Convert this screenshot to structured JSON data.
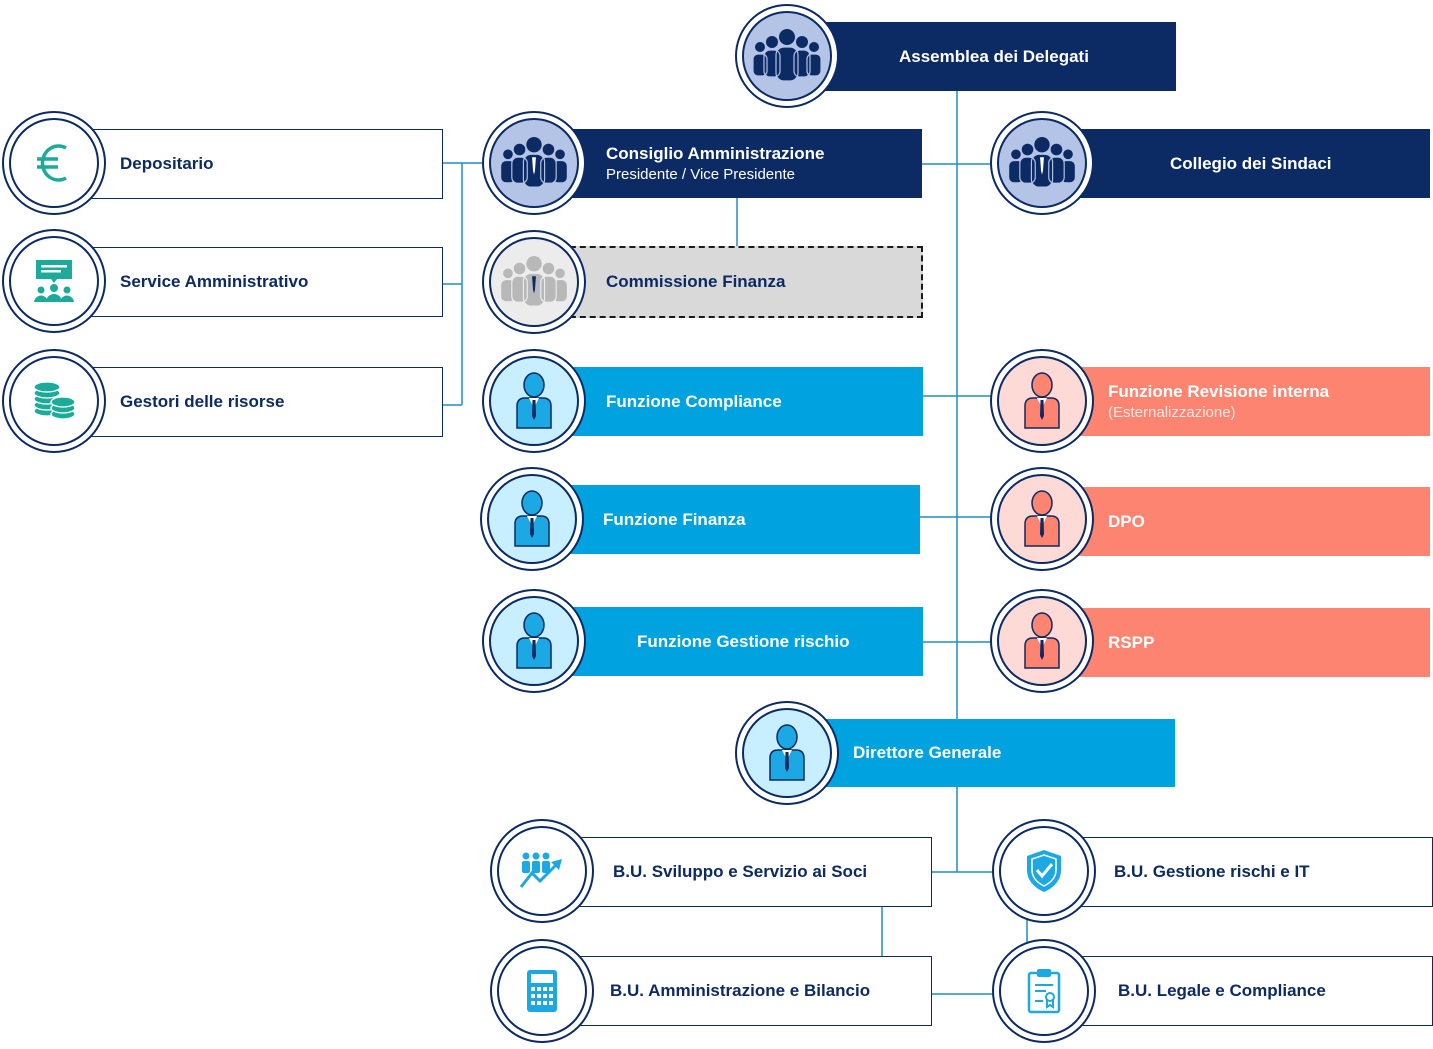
{
  "nodes": {
    "assemblea": {
      "label": "Assemblea dei Delegati",
      "icon": "group-icon"
    },
    "consiglio": {
      "label": "Consiglio Amministrazione",
      "sublabel": "Presidente / Vice Presidente",
      "icon": "group-icon"
    },
    "collegio": {
      "label": "Collegio dei Sindaci",
      "icon": "group-icon"
    },
    "commissione": {
      "label": "Commissione Finanza",
      "icon": "group-icon"
    },
    "depositario": {
      "label": "Depositario",
      "icon": "euro-icon"
    },
    "service": {
      "label": "Service Amministrativo",
      "icon": "presentation-icon"
    },
    "gestori": {
      "label": "Gestori delle risorse",
      "icon": "coins-icon"
    },
    "compliance": {
      "label": "Funzione Compliance",
      "icon": "person-icon"
    },
    "finanza": {
      "label": "Funzione Finanza",
      "icon": "person-icon"
    },
    "rischio": {
      "label": "Funzione Gestione rischio",
      "icon": "person-icon"
    },
    "revisione": {
      "label": "Funzione Revisione interna",
      "sublabel": "(Esternalizzazione)",
      "icon": "person-icon"
    },
    "dpo": {
      "label": "DPO",
      "icon": "person-icon"
    },
    "rspp": {
      "label": "RSPP",
      "icon": "person-icon"
    },
    "direttore": {
      "label": "Direttore Generale",
      "icon": "person-icon"
    },
    "bu_sviluppo": {
      "label": "B.U. Sviluppo e Servizio ai Soci",
      "icon": "growth-team-icon"
    },
    "bu_amministrazione": {
      "label": "B.U. Amministrazione e Bilancio",
      "icon": "calculator-icon"
    },
    "bu_rischi": {
      "label": "B.U. Gestione rischi e IT",
      "icon": "shield-check-icon"
    },
    "bu_legale": {
      "label": "B.U. Legale e Compliance",
      "icon": "clipboard-certificate-icon"
    }
  },
  "colors": {
    "navy": "#0c2a63",
    "blue": "#00a3e0",
    "salmon": "#fd8471",
    "teal_icon": "#1aab9b",
    "blue_icon": "#1ba8e3",
    "line": "#1f8fc4"
  }
}
